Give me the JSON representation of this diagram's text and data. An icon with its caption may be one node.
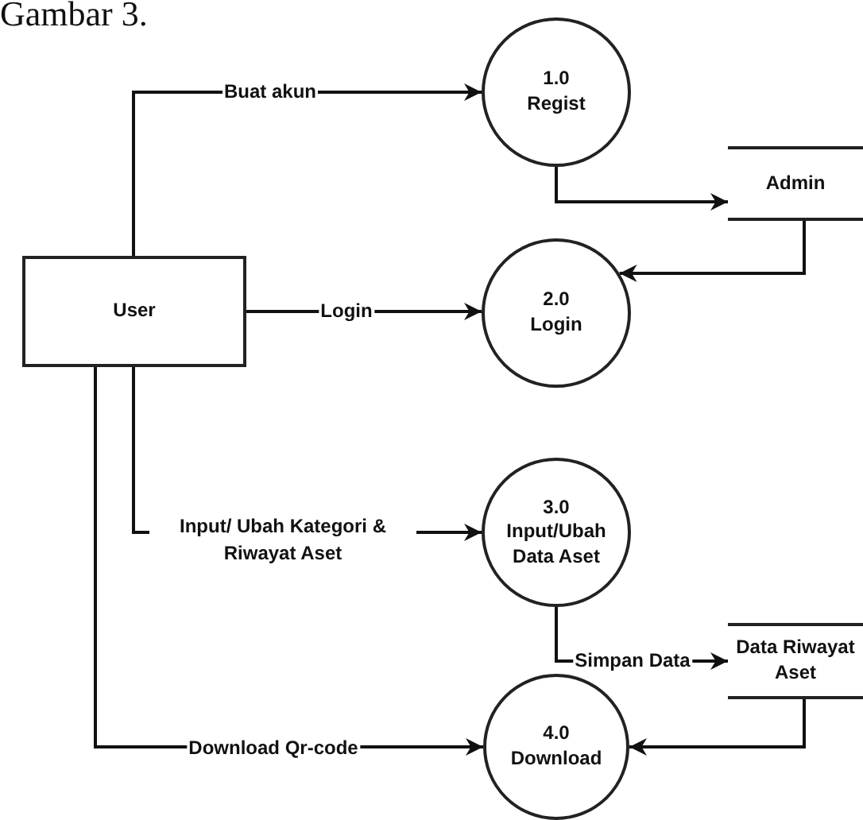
{
  "diagram": {
    "title": "Gambar 3.",
    "nodes": [
      {
        "text": [
          "User"
        ]
      },
      {
        "text": [
          "1.0",
          "Regist"
        ]
      },
      {
        "text": [
          "Admin"
        ]
      },
      {
        "text": [
          "2.0",
          "Login"
        ]
      },
      {
        "text": [
          "3.0",
          "Input/Ubah Data Aset"
        ]
      },
      {
        "text": [
          "Data Riwayat Aset"
        ]
      },
      {
        "text": [
          "4.0",
          "Download"
        ]
      }
    ],
    "edges": [
      {
        "from": 0,
        "to": 1,
        "arrow": "to",
        "label": "Buat akun"
      },
      {
        "from": 1,
        "to": 2,
        "arrow": "to"
      },
      {
        "from": 2,
        "to": 3,
        "arrow": "to"
      },
      {
        "from": 0,
        "to": 3,
        "arrow": "to",
        "label": "Login"
      },
      {
        "from": 0,
        "to": 4,
        "arrow": "to",
        "label": "Input/ Ubah Kategori & Riwayat Aset"
      },
      {
        "from": 4,
        "to": 5,
        "arrow": "to",
        "label": "Simpan Data"
      },
      {
        "from": 0,
        "to": 6,
        "arrow": "to",
        "label": "Download Qr-code"
      },
      {
        "from": 5,
        "to": 6,
        "arrow": "to"
      }
    ]
  }
}
